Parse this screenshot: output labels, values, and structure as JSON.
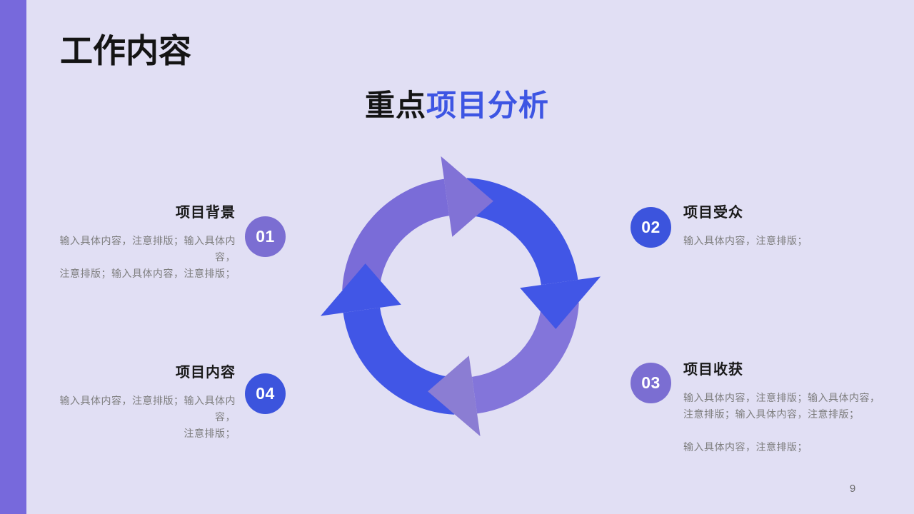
{
  "slide": {
    "title": "工作内容",
    "subtitle": {
      "highlight_prefix": "重点",
      "rest": "项目分析"
    },
    "page_number": "9"
  },
  "sections": [
    {
      "number": "01",
      "title": "项目背景",
      "body": "输入具体内容，注意排版；输入具体内容，\n注意排版；输入具体内容，注意排版；",
      "side": "left",
      "badge_color": "purple"
    },
    {
      "number": "02",
      "title": "项目受众",
      "body": "输入具体内容，注意排版；",
      "side": "right",
      "badge_color": "blue"
    },
    {
      "number": "03",
      "title": "项目收获",
      "body": "输入具体内容，注意排版；输入具体内容，\n注意排版；输入具体内容，注意排版；\n\n输入具体内容，注意排版；",
      "side": "right",
      "badge_color": "purple"
    },
    {
      "number": "04",
      "title": "项目内容",
      "body": "输入具体内容，注意排版；输入具体内容，\n注意排版；",
      "side": "left",
      "badge_color": "blue"
    }
  ],
  "diagram": {
    "type": "cycle-arrows",
    "direction": "clockwise",
    "segment_count": 4,
    "segment_colors": [
      "purple",
      "blue",
      "purple",
      "blue"
    ]
  },
  "colors": {
    "background": "#e1dff4",
    "sidebar": "#7769dc",
    "accent_blue": "#3d55e3",
    "arc_purple": "#7a6cd8",
    "arc_purple_light": "#8375da",
    "head_purple": "#8172d6",
    "head_purple_light": "#8b7dd3",
    "arc_blue": "#4156e6",
    "circle_purple": "#7b6ed2",
    "circle_blue": "#3c54dd",
    "title_dark": "#141414",
    "body_gray": "#7e7e7e",
    "page_number_gray": "#6a6a6a"
  }
}
